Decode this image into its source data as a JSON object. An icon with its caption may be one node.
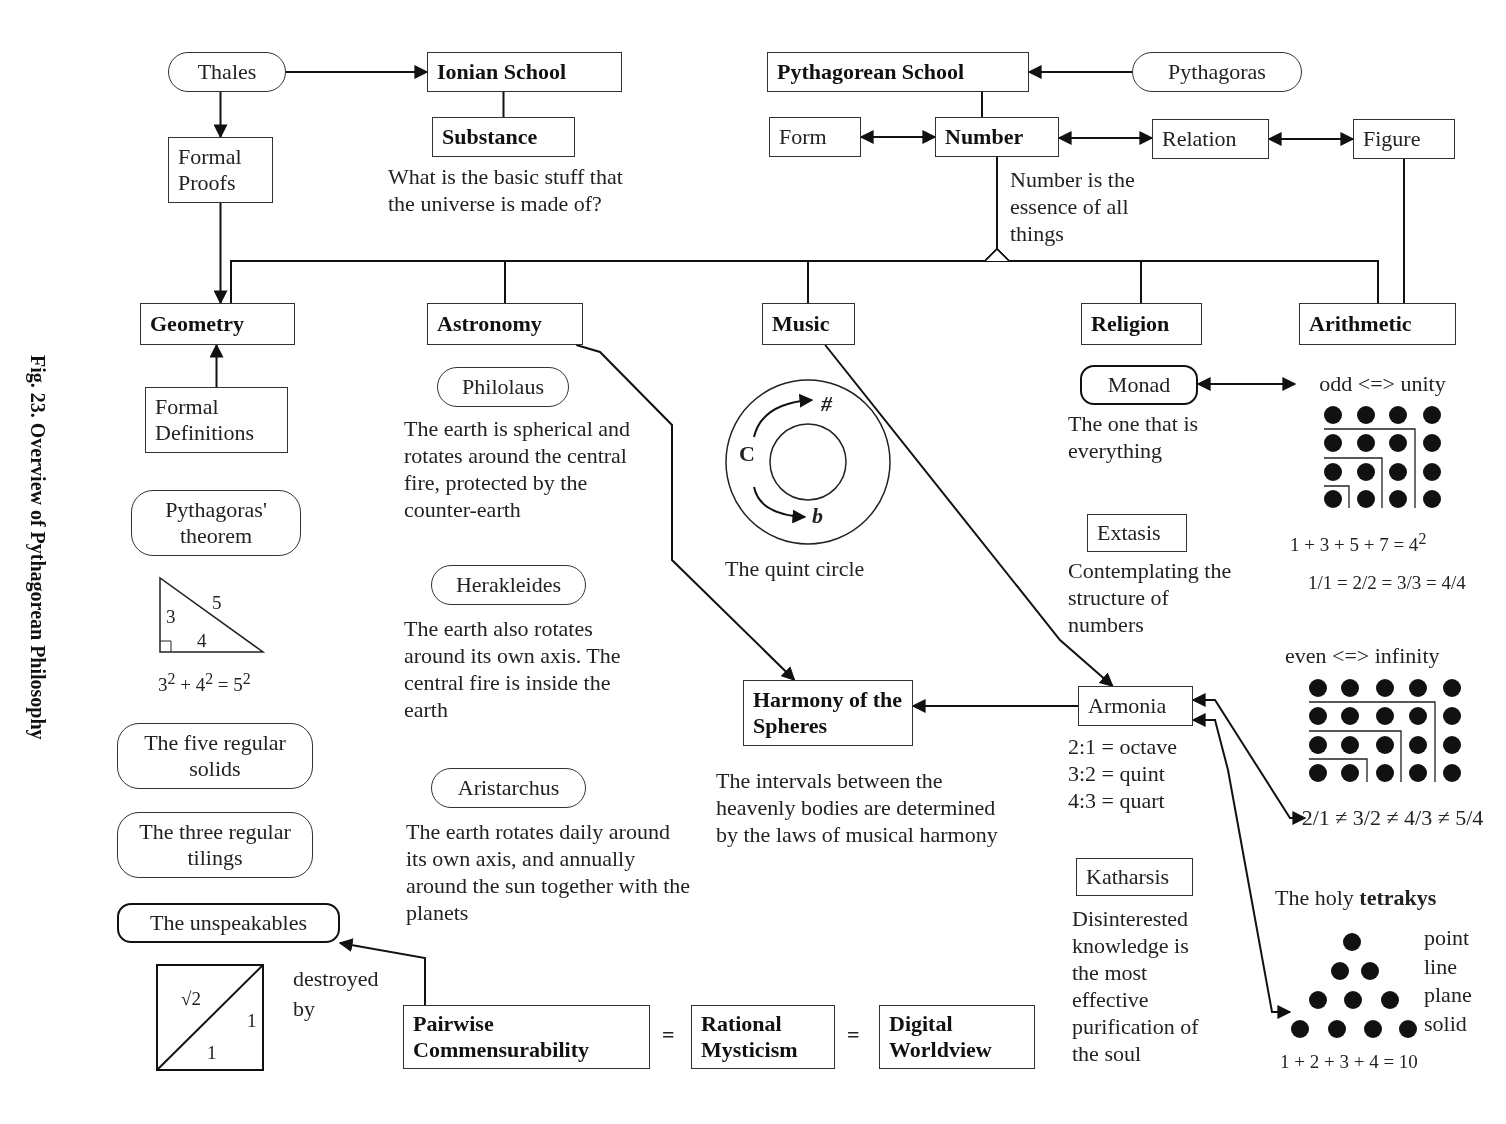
{
  "diagram": {
    "caption": "Fig. 23. Overview of Pythagorean Philosophy",
    "nodes": [
      {
        "text": [
          "Thales"
        ]
      },
      {
        "text": [
          "Ionian School"
        ]
      },
      {
        "text": [
          "Pythagorean School"
        ]
      },
      {
        "text": [
          "Pythagoras"
        ]
      },
      {
        "text": [
          "Formal Proofs"
        ]
      },
      {
        "text": [
          "Substance"
        ],
        "beside": [
          "What is the basic stuff that the universe is made of?"
        ]
      },
      {
        "text": [
          "Form"
        ]
      },
      {
        "text": [
          "Number"
        ],
        "beside": [
          "Number is the essence of all things"
        ]
      },
      {
        "text": [
          "Relation"
        ]
      },
      {
        "text": [
          "Figure"
        ]
      },
      {
        "text": [
          "Geometry"
        ]
      },
      {
        "text": [
          "Astronomy"
        ]
      },
      {
        "text": [
          "Music"
        ]
      },
      {
        "text": [
          "Religion"
        ]
      },
      {
        "text": [
          "Arithmetic"
        ]
      },
      {
        "text": [
          "Formal Definitions"
        ]
      },
      {
        "text": [
          "Philolaus"
        ],
        "beside": [
          "The earth is spherical and rotates around the central fire, protected by the counter-earth"
        ]
      },
      {
        "text": [
          "Monad"
        ],
        "beside": [
          "The one that is everything"
        ]
      },
      {
        "text": [
          "odd <=> unity"
        ]
      },
      {
        "text": [
          "Pythagoras' theorem"
        ]
      },
      {
        "text": [
          "Herakleides"
        ],
        "beside": [
          "The earth also rotates around its own axis. The central fire is inside the earth"
        ]
      },
      {
        "text": [
          "Extasis"
        ],
        "beside": [
          "Contemplating the structure of numbers"
        ]
      },
      {
        "text": [
          "Harmony of the Spheres"
        ],
        "beside": [
          "The intervals between the heavenly bodies are determined by the laws of musical harmony"
        ]
      },
      {
        "text": [
          "Armonia"
        ],
        "beside": [
          "2:1 = octave 3:2 = quint 4:3 = quart"
        ]
      },
      {
        "text": [
          "The five regular solids"
        ]
      },
      {
        "text": [
          "Aristarchus"
        ],
        "beside": [
          "The earth rotates daily around its own axis, and annually around the sun together with the planets"
        ]
      },
      {
        "text": [
          "2/1 ≠ 3/2 ≠ 4/3 ≠ 5/4"
        ]
      },
      {
        "text": [
          "The three regular tilings"
        ]
      },
      {
        "text": [
          "Katharsis"
        ],
        "beside": [
          "Disinterested knowledge is the most effective purification of the soul"
        ]
      },
      {
        "text": [
          "The unspeakables"
        ]
      },
      {
        "text": [],
        "shape": "dots",
        "beside": [
          "The holy **tetrakys**",
          "point",
          "line",
          "plane",
          "solid",
          "1 + 2 + 3 + 4 = 10"
        ]
      },
      {
        "text": [
          "Pairwise Commensurability"
        ]
      },
      {
        "text": [
          "Rational Mysticism"
        ]
      },
      {
        "text": [
          "Digital Worldview"
        ]
      }
    ],
    "edges": [
      {
        "from": 0,
        "to": 1,
        "arrow": "to"
      },
      {
        "from": 0,
        "to": 4,
        "arrow": "to"
      },
      {
        "from": 3,
        "to": 2,
        "arrow": "to"
      },
      {
        "from": 1,
        "to": 5,
        "arrow": "none"
      },
      {
        "from": 2,
        "to": 7,
        "arrow": "none"
      },
      {
        "from": 6,
        "to": 7,
        "arrow": "both"
      },
      {
        "from": 7,
        "to": 8,
        "arrow": "both"
      },
      {
        "from": 8,
        "to": 9,
        "arrow": "both"
      },
      {
        "from": 4,
        "to": 10,
        "arrow": "to"
      },
      {
        "from": 10,
        "to": 7,
        "arrow": "to"
      },
      {
        "from": 11,
        "to": 7,
        "arrow": "to"
      },
      {
        "from": 12,
        "to": 7,
        "arrow": "to"
      },
      {
        "from": 13,
        "to": 7,
        "arrow": "to"
      },
      {
        "from": 14,
        "to": 7,
        "arrow": "to"
      },
      {
        "from": 9,
        "to": 14,
        "arrow": "none"
      },
      {
        "from": 15,
        "to": 10,
        "arrow": "to"
      },
      {
        "from": 11,
        "to": 22,
        "arrow": "to"
      },
      {
        "from": 12,
        "to": 23,
        "arrow": "to"
      },
      {
        "from": 23,
        "to": 22,
        "arrow": "to"
      },
      {
        "from": 17,
        "to": 18,
        "arrow": "both"
      },
      {
        "from": 23,
        "to": 26,
        "arrow": "both"
      },
      {
        "from": 23,
        "to": 30,
        "arrow": "both"
      },
      {
        "from": 31,
        "to": 29,
        "arrow": "to",
        "label": "destroyed by"
      }
    ],
    "labels": [
      "3",
      "5",
      "4",
      "3$^{2}$ + 4$^{2}$ = 5$^{2}$",
      "C",
      "#",
      "b",
      "The quint circle",
      "1 + 3 + 5 + 7 = 4$^{2}$",
      "1/1 = 2/2 = 3/3 = 4/4",
      "even <=> infinity",
      "√2",
      "1",
      "1",
      "=",
      "="
    ]
  }
}
